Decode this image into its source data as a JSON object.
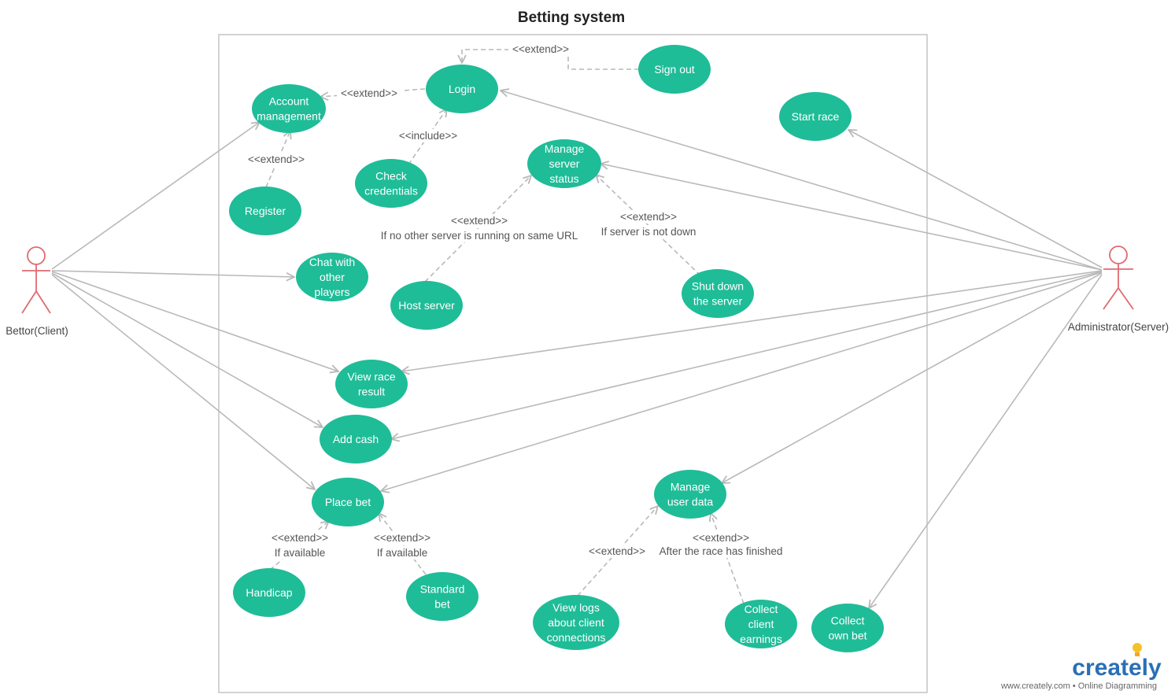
{
  "diagram": {
    "title": "Betting system",
    "colors": {
      "usecase": "#1fbc98",
      "actor": "#e06a70",
      "line": "#b9b9b9",
      "boundary": "#c8c8c8"
    },
    "actors": {
      "bettor": "Bettor(Client)",
      "admin": "Administrator(Server)"
    },
    "usecases": {
      "login": [
        "Login"
      ],
      "signout": [
        "Sign out"
      ],
      "account": [
        "Account",
        "management"
      ],
      "startrace": [
        "Start race"
      ],
      "check": [
        "Check",
        "credentials"
      ],
      "register": [
        "Register"
      ],
      "manageserver": [
        "Manage",
        "server",
        "status"
      ],
      "chat": [
        "Chat with",
        "other",
        "players"
      ],
      "host": [
        "Host server"
      ],
      "shutdown": [
        "Shut down",
        "the server"
      ],
      "viewrace": [
        "View race",
        "result"
      ],
      "addcash": [
        "Add cash"
      ],
      "placebet": [
        "Place bet"
      ],
      "manageuser": [
        "Manage",
        "user data"
      ],
      "handicap": [
        "Handicap"
      ],
      "standard": [
        "Standard",
        "bet"
      ],
      "viewlogs": [
        "View logs",
        "about client",
        "connections"
      ],
      "collectearn": [
        "Collect",
        "client",
        "earnings"
      ],
      "collectown": [
        "Collect",
        "own bet"
      ]
    },
    "relations": {
      "ext_signout_login": "<<extend>>",
      "ext_login_account": "<<extend>>",
      "inc_login_check": "<<include>>",
      "ext_register_account": "<<extend>>",
      "ext_host_manage": "<<extend>>",
      "cond_host_manage": "If no other server is running on same URL",
      "ext_shutdown_manage": "<<extend>>",
      "cond_shutdown_manage": "If server is not down",
      "ext_handicap_place": "<<extend>>",
      "cond_handicap_place": "If available",
      "ext_standard_place": "<<extend>>",
      "cond_standard_place": "If available",
      "ext_logs_manageuser": "<<extend>>",
      "ext_collect_manageuser": "<<extend>>",
      "cond_collect_manageuser": "After the race has finished"
    },
    "watermark": {
      "brand": "creately",
      "sub": "www.creately.com • Online Diagramming"
    }
  }
}
